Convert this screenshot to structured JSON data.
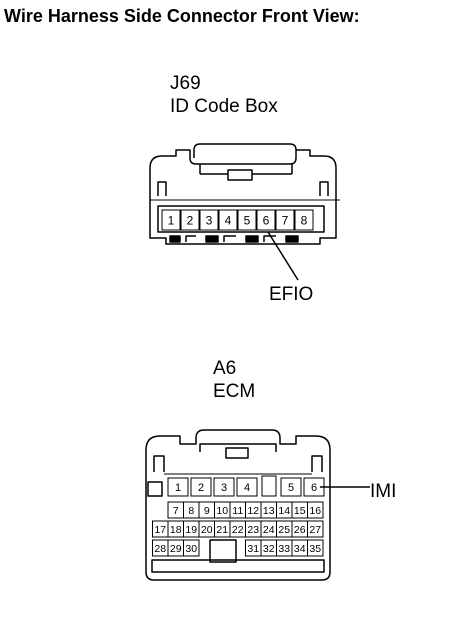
{
  "header": {
    "title": "Wire Harness Side Connector Front View:"
  },
  "connector_j69": {
    "code": "J69",
    "name": "ID Code Box",
    "pins": [
      "1",
      "2",
      "3",
      "4",
      "5",
      "6",
      "7",
      "8"
    ],
    "callout": "EFIO"
  },
  "connector_a6": {
    "code": "A6",
    "name": "ECM",
    "row1": [
      "1",
      "2",
      "3",
      "4",
      "",
      "5",
      "6"
    ],
    "row2": [
      "7",
      "8",
      "9",
      "10",
      "11",
      "12",
      "13",
      "14",
      "15",
      "16"
    ],
    "row3": [
      "17",
      "18",
      "19",
      "20",
      "21",
      "22",
      "23",
      "24",
      "25",
      "26",
      "27"
    ],
    "row4": [
      "28",
      "29",
      "30",
      "31",
      "32",
      "33",
      "34",
      "35"
    ],
    "callout": "IMI"
  }
}
